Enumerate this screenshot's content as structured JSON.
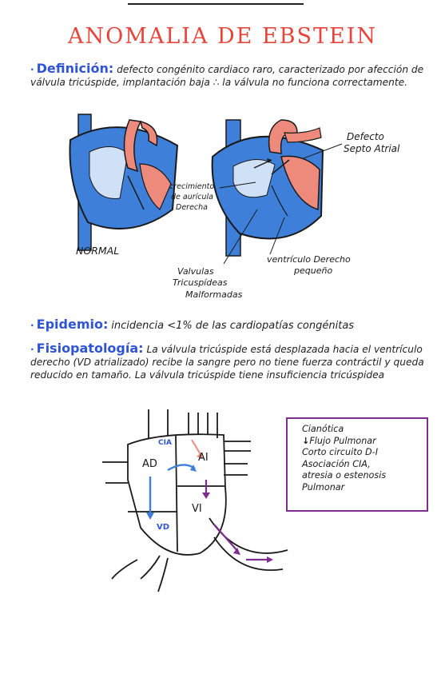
{
  "title": "ANOMALIA DE EBSTEIN",
  "definicion": {
    "label": "Definición:",
    "text": "defecto congénito cardiaco raro, caracterizado por afección de válvula tricúspide, implantación baja ∴ la válvula no funciona correctamente."
  },
  "diagram1": {
    "normal_label": "NORMAL",
    "defecto_line1": "Defecto",
    "defecto_line2": "Septo Atrial",
    "crec_line1": "crecimiento",
    "crec_line2": "de aurícula",
    "crec_line3": "Derecha",
    "valvulas_line1": "Valvulas",
    "valvulas_line2": "Tricuspídeas",
    "valvulas_line3": "Malformadas",
    "ventriculo_line1": "ventrículo Derecho",
    "ventriculo_line2": "pequeño"
  },
  "epidemio": {
    "label": "Epidemio:",
    "text": "incidencia <1% de las cardiopatías congénitas"
  },
  "fisiopatologia": {
    "label": "Fisiopatología:",
    "text": "La válvula tricúspide está desplazada hacia el ventrículo derecho (VD atrializado) recibe la sangre pero no tiene fuerza contráctil y queda reducido en tamaño. La válvula tricúspide tiene insuficiencia tricúspidea"
  },
  "diagram2": {
    "cia": "CIA",
    "ad": "AD",
    "ai": "AI",
    "vi": "VI",
    "vd": "VD"
  },
  "box": {
    "line1": "Cianótica",
    "arrow": "↓",
    "line2": "Flujo Pulmonar",
    "line3": "Corto circuito D-I",
    "line4": "Asociación CIA,",
    "line5": "atresia o estenosis",
    "line6": "Pulmonar"
  },
  "colors": {
    "title": "#e6453c",
    "headings": "#2f54d6",
    "box_border": "#7d2e8f",
    "blood_blue": "#3d7fd9",
    "blood_red": "#ee8a7c",
    "arrow_purple": "#7d2e8f"
  }
}
